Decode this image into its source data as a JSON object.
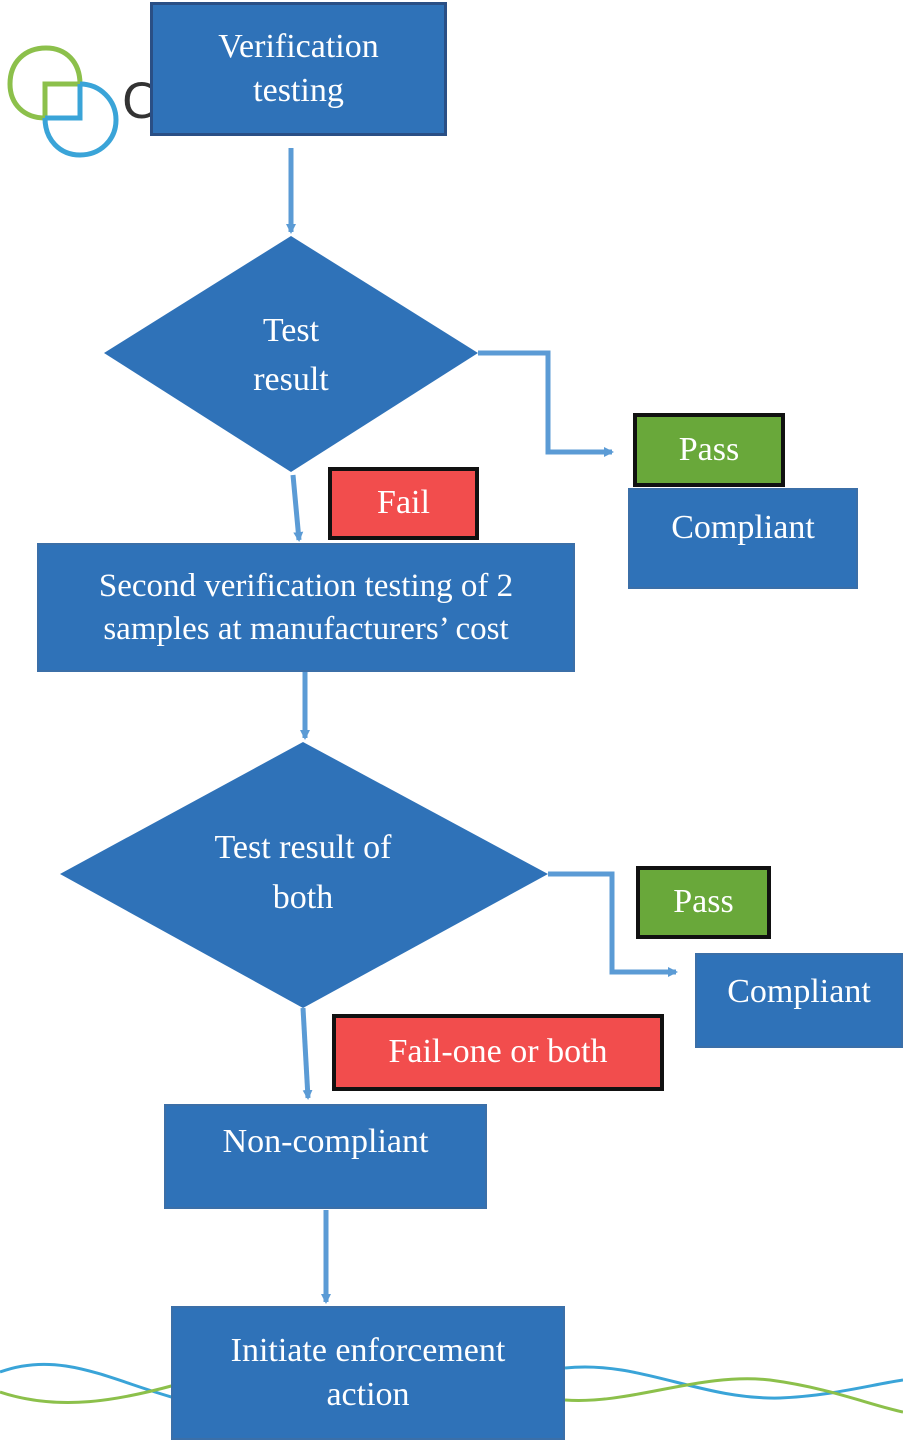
{
  "logo": {
    "letter": "C"
  },
  "nodes": {
    "verification_testing": "Verification testing",
    "test_result": "Test result",
    "second_verification": "Second verification testing of 2 samples at manufacturers’ cost",
    "test_result_both": "Test result of both",
    "non_compliant": "Non-compliant",
    "initiate_enforcement": "Initiate enforcement action",
    "compliant_1": "Compliant",
    "compliant_2": "Compliant"
  },
  "tags": {
    "pass_1": "Pass",
    "fail_1": "Fail",
    "pass_2": "Pass",
    "fail_2": "Fail-one or both"
  },
  "colors": {
    "box_fill": "#2f72b8",
    "arrow": "#5b9bd5",
    "pass": "#69a83a",
    "fail": "#f24d4d",
    "logo_green": "#8cc04b",
    "logo_blue": "#3aa4d8"
  }
}
